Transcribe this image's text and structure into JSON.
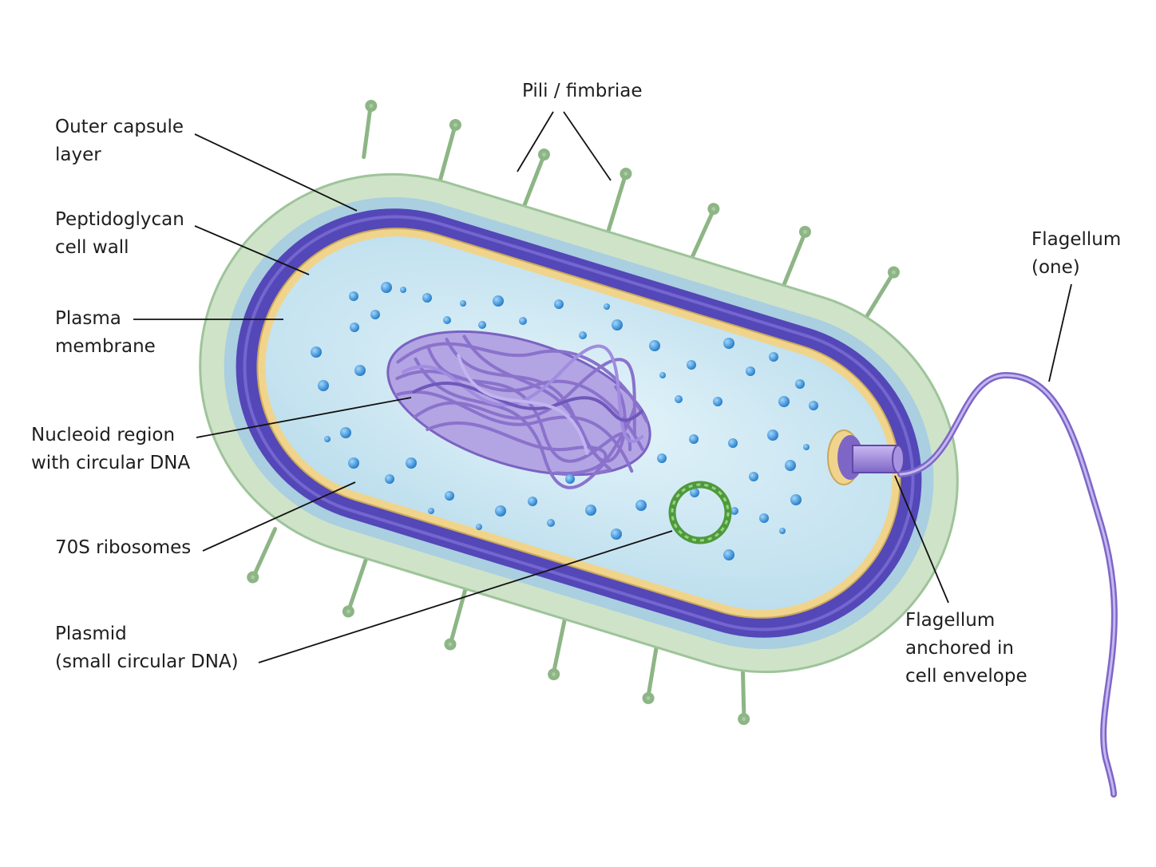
{
  "labels": {
    "outer_capsule": [
      "Outer capsule",
      "layer"
    ],
    "peptidoglycan": [
      "Peptidoglycan",
      "cell wall"
    ],
    "plasma_membrane": [
      "Plasma",
      "membrane"
    ],
    "nucleoid": [
      "Nucleoid region",
      "with circular DNA"
    ],
    "ribosomes": [
      "70S ribosomes"
    ],
    "plasmid": [
      "Plasmid",
      "(small circular DNA)"
    ],
    "pili": [
      "Pili / fimbriae"
    ],
    "flagellum": [
      "Flagellum",
      "(one)"
    ],
    "flagellum_anchor": [
      "Flagellum",
      "anchored in",
      "cell envelope"
    ]
  },
  "colors": {
    "capsule": "#cfe3c8",
    "capsule_edge": "#9ec49a",
    "outer_membrane_band": "#a9cfe0",
    "cell_wall": "#5447b8",
    "membrane": "#f0d48c",
    "cytoplasm": "#d4ecf5",
    "dna": "#8a72cc",
    "ribosome": "#2e8fd6",
    "plasmid": "#4d9a3c",
    "flagellum": "#9a86d8",
    "pili": "#8db585",
    "leader": "#111111"
  }
}
